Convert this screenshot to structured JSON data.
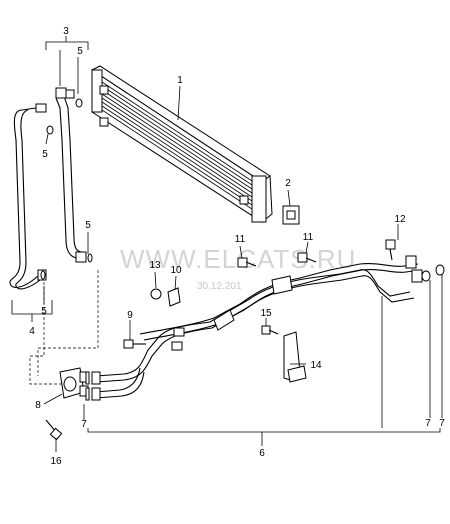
{
  "watermark": {
    "text": "WWW.ELCATS.RU",
    "date": "30.12.201"
  },
  "callouts": [
    {
      "id": "c-3",
      "text": "3"
    },
    {
      "id": "c-5a",
      "text": "5"
    },
    {
      "id": "c-1",
      "text": "1"
    },
    {
      "id": "c-5b",
      "text": "5"
    },
    {
      "id": "c-2",
      "text": "2"
    },
    {
      "id": "c-12",
      "text": "12"
    },
    {
      "id": "c-11a",
      "text": "11"
    },
    {
      "id": "c-11b",
      "text": "11"
    },
    {
      "id": "c-5c",
      "text": "5"
    },
    {
      "id": "c-13",
      "text": "13"
    },
    {
      "id": "c-10",
      "text": "10"
    },
    {
      "id": "c-5d",
      "text": "5"
    },
    {
      "id": "c-4",
      "text": "4"
    },
    {
      "id": "c-9",
      "text": "9"
    },
    {
      "id": "c-15",
      "text": "15"
    },
    {
      "id": "c-14",
      "text": "14"
    },
    {
      "id": "c-8",
      "text": "8"
    },
    {
      "id": "c-7a",
      "text": "7"
    },
    {
      "id": "c-7b",
      "text": "7"
    },
    {
      "id": "c-7c",
      "text": "7"
    },
    {
      "id": "c-6",
      "text": "6"
    },
    {
      "id": "c-16",
      "text": "16"
    }
  ]
}
